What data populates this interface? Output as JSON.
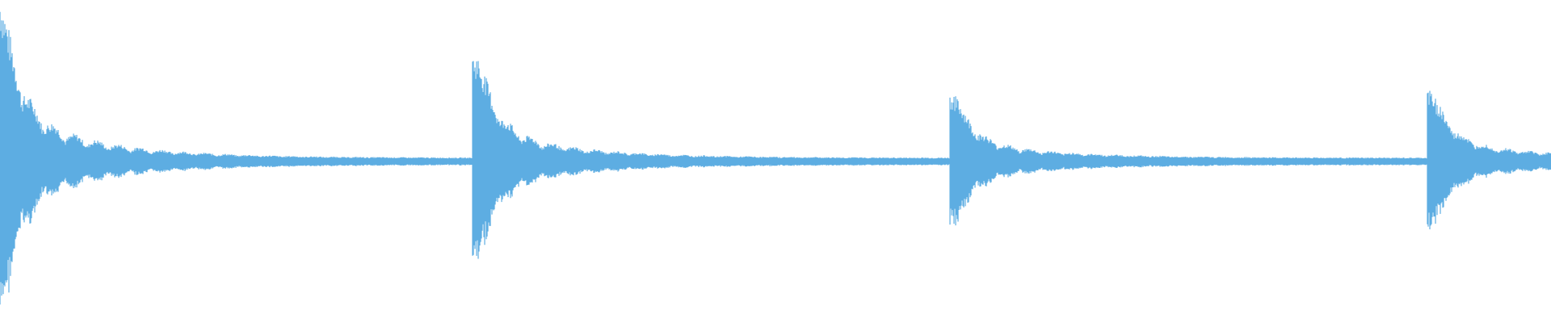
{
  "waveform": {
    "color": "#5dade2",
    "duration_beats": 3.25,
    "hits": [
      {
        "beat": 0,
        "peak": 1.0
      },
      {
        "beat": 1,
        "peak": 0.62
      },
      {
        "beat": 2,
        "peak": 0.38
      },
      {
        "beat": 3,
        "peak": 0.4
      }
    ],
    "cycles_per_beat": 150
  }
}
